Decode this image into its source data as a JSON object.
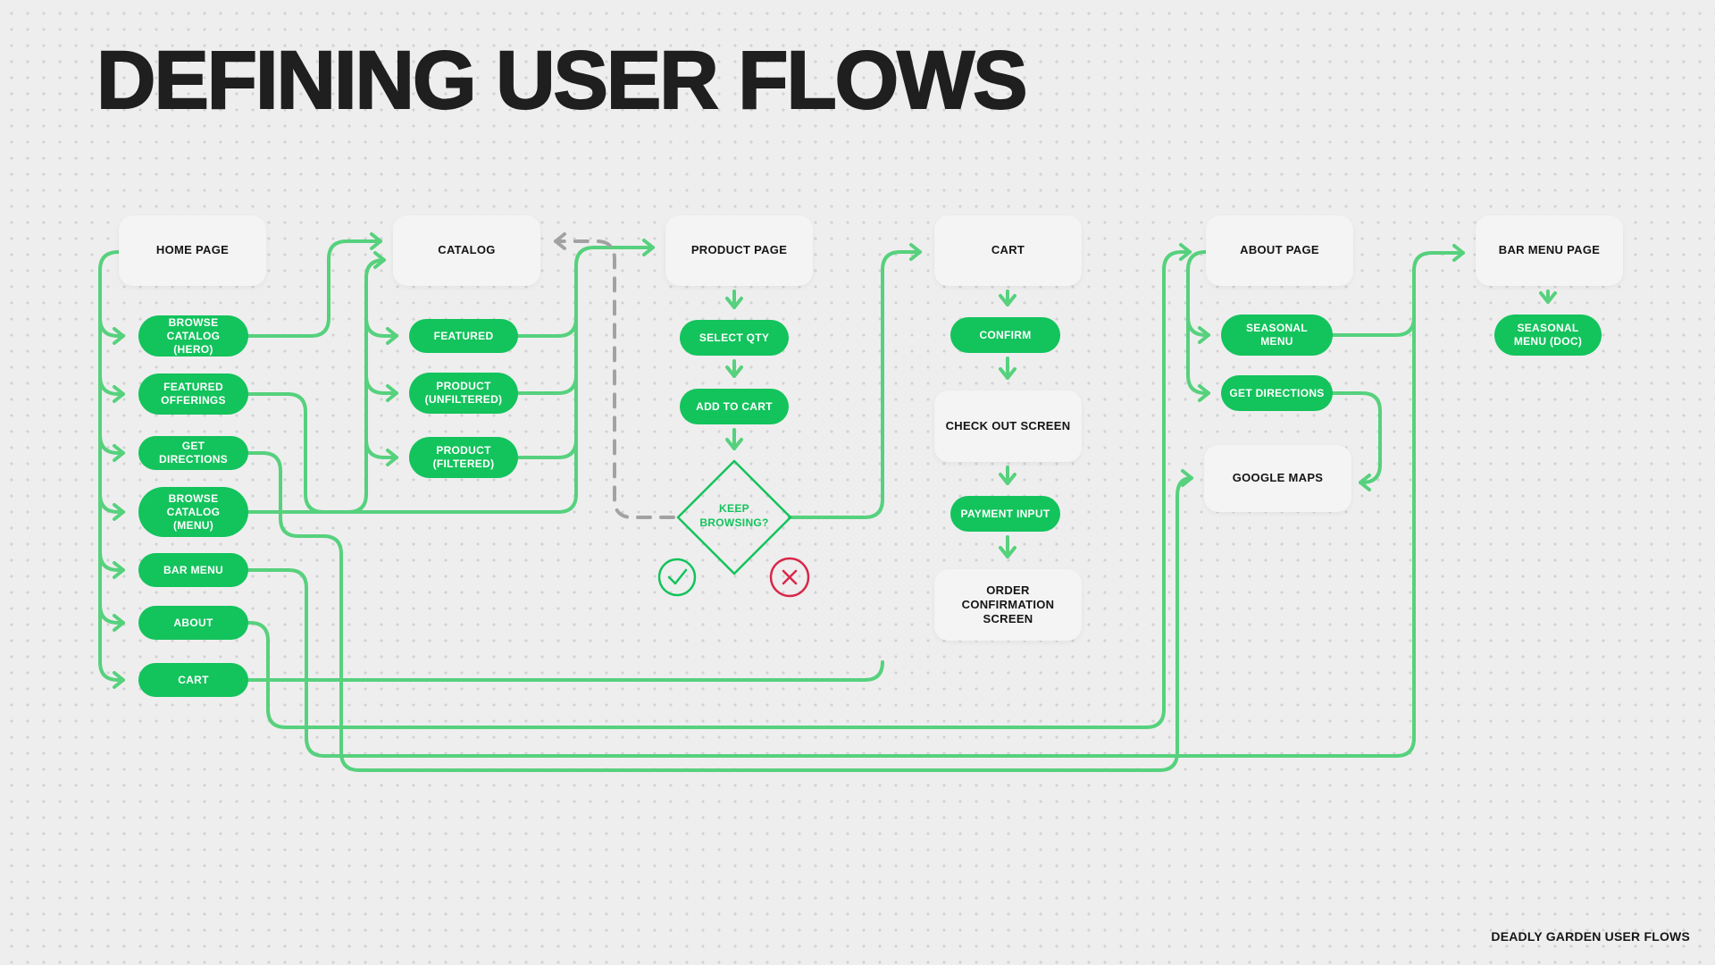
{
  "title": "DEFINING USER FLOWS",
  "footer": "DEADLY GARDEN USER FLOWS",
  "colors": {
    "background": "#eeeeee",
    "dot_grid": "#d2d2d2",
    "node_box_gray": "#f4f4f4",
    "pill_green": "#13c35c",
    "line_green": "#56d17d",
    "dashed_gray": "#a2a2a2",
    "no_red": "#d8274a",
    "text_dark": "#1f1f1f"
  },
  "decision": {
    "label": "KEEP BROWSING?",
    "yes_icon": "check",
    "no_icon": "x"
  },
  "columns": {
    "home": {
      "page": "HOME PAGE",
      "items": [
        "BROWSE CATALOG (HERO)",
        "FEATURED OFFERINGS",
        "GET DIRECTIONS",
        "BROWSE CATALOG (MENU)",
        "BAR MENU",
        "ABOUT",
        "CART"
      ]
    },
    "catalog": {
      "page": "CATALOG",
      "items": [
        "FEATURED",
        "PRODUCT (UNFILTERED)",
        "PRODUCT (FILTERED)"
      ]
    },
    "product": {
      "page": "PRODUCT PAGE",
      "items": [
        "SELECT QTY",
        "ADD TO CART"
      ]
    },
    "cart": {
      "page": "CART",
      "items": [
        "CONFIRM",
        "CHECK OUT SCREEN",
        "PAYMENT INPUT",
        "ORDER CONFIRMATION SCREEN"
      ]
    },
    "about": {
      "page": "ABOUT PAGE",
      "items": [
        "SEASONAL MENU",
        "GET DIRECTIONS",
        "GOOGLE MAPS"
      ]
    },
    "bar_menu": {
      "page": "BAR MENU PAGE",
      "items": [
        "SEASONAL MENU (DOC)"
      ]
    }
  }
}
